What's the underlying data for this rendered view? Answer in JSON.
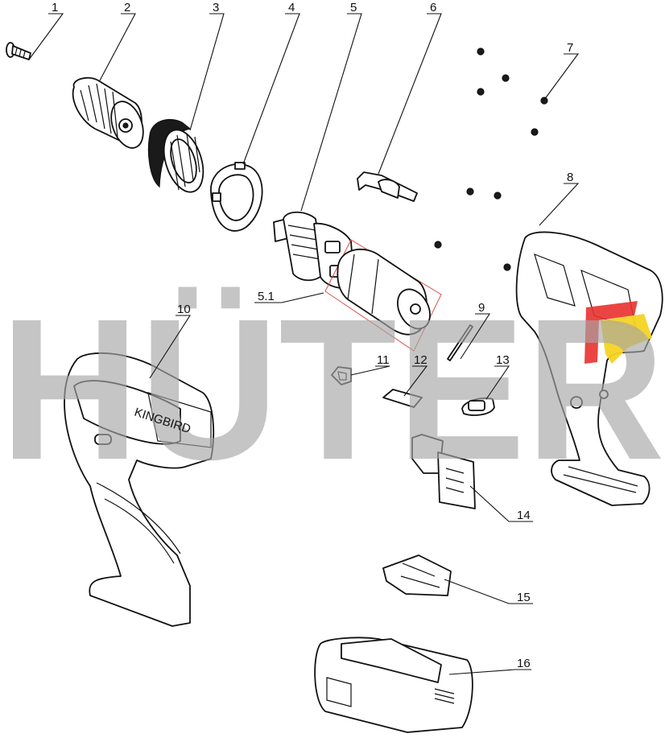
{
  "diagram": {
    "watermark": {
      "text": "HÜTER"
    },
    "logo": {
      "text": "KINGBIRD"
    },
    "colors": {
      "watermark": "#a6a6a6",
      "line": "#111111",
      "highlight": "#d9534f",
      "accent_red": "#e8312f",
      "accent_yellow": "#f6d322"
    },
    "labels": {
      "p1": "1",
      "p2": "2",
      "p3": "3",
      "p4": "4",
      "p5": "5",
      "p5_1": "5.1",
      "p6": "6",
      "p7": "7",
      "p8": "8",
      "p9": "9",
      "p10": "10",
      "p11": "11",
      "p12": "12",
      "p13": "13",
      "p14": "14",
      "p15": "15",
      "p16": "16"
    }
  }
}
